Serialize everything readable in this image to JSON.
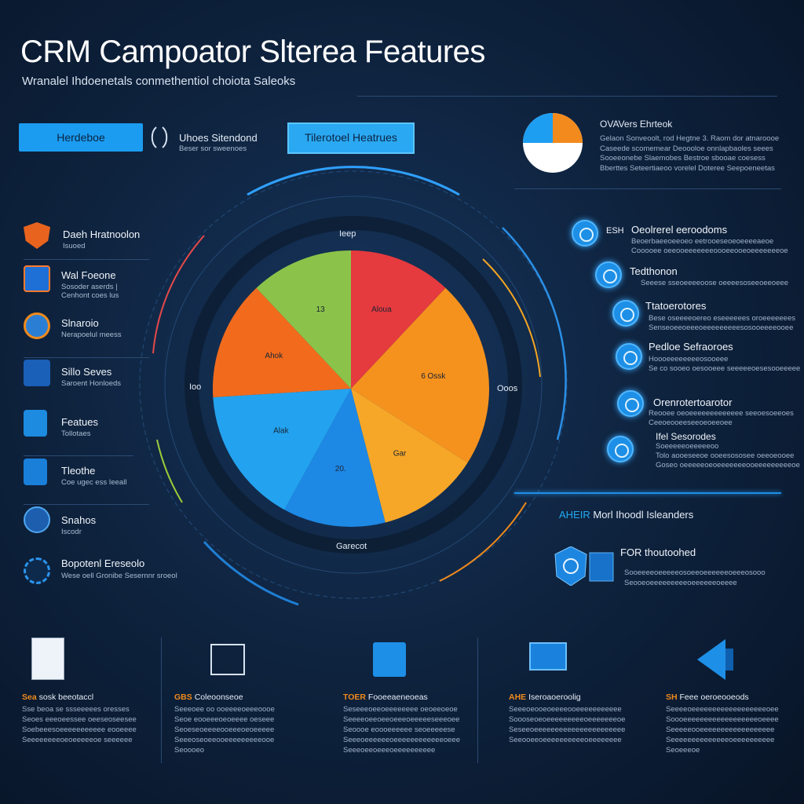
{
  "header": {
    "title": "CRM Campoator Slterea Features",
    "subtitle": "Wranalel Ihdoenetals conmethentiol choiota Saleoks"
  },
  "top_row": {
    "button_left": "Herdeboe",
    "glyph_label": "Uhoes Sitendond",
    "glyph_sub": "Beser sor sweenoes",
    "button_right": "Tilerotoel Heatrues"
  },
  "left_items": [
    {
      "title": "Daeh Hratnoolon",
      "sub": "Isuoed",
      "color": "#e8641e"
    },
    {
      "title": "Wal Foeone",
      "sub": "Sosoder aserds | Cenhont coes lus",
      "color": "#1e6fd6"
    },
    {
      "title": "Slnaroio",
      "sub": "Nerapoelul meess",
      "color": "#2a7fd4"
    },
    {
      "title": "Sillo Seves",
      "sub": "Saroent Honloeds",
      "color": "#1a5fb8"
    },
    {
      "title": "Featues",
      "sub": "Tollotaes",
      "color": "#1c8be0"
    },
    {
      "title": "Tleothe",
      "sub": "Coe ugec ess Ieeall",
      "color": "#1a7fd9"
    },
    {
      "title": "Snahos",
      "sub": "Iscodr",
      "color": "#1d5fae"
    },
    {
      "title": "Bopotenl Ereseolo",
      "sub": "Wese oell Gronibe Sesernnr sroeol",
      "color": "#1a6fc4"
    }
  ],
  "donut": {
    "title": "OVAVers Ehrteok",
    "lines": [
      "Gelaon Sonveoolt, rod Hegtne 3. Raom dor atnaroooe",
      "Caseede scomemear Deoooloe onnlapbaoles seees",
      "Sooeeonebe Slaemobes Bestroe sbooae coesess",
      "Bberttes Seteertiaeoo vorelel Doteree Seepoeneetas"
    ]
  },
  "right_items": [
    {
      "title": "Oeolrerel eeroodoms",
      "prefix": "ESH",
      "lines": [
        "Beoerbaeeoeeoeo eetrooeseoeoeeeeaeoe",
        "Cooooee oeeooeeeeeeeoooeeooeoeeeeeeeoe"
      ]
    },
    {
      "title": "Tedthonon",
      "lines": [
        "Seeese sseoeeeeoose oeeeesoseeoeeoeee"
      ]
    },
    {
      "title": "Ttatoerotores",
      "lines": [
        "Bese oseeeeoereo eseeeeees oroeeeeeees",
        "Senseoeeoeeeoeeeeeeeeesosooeeeeooee"
      ]
    },
    {
      "title": "Pedloe Sefraoroes",
      "lines": [
        "Hoooeeeeeeeeosooeee",
        "Se co sooeo oesooeee seeeeeoesesooeeeee"
      ]
    },
    {
      "title": "Orenrotertoarotor",
      "lines": [
        "Reooee oeoeeeeeeeeeeeee seeoesoeeoes",
        "Ceeoeooeeseeoeoeeoee"
      ]
    },
    {
      "title": "Ifel Sesorodes",
      "lines": [
        "Soeeeeeoeeeeeoo",
        "Tolo aooeseeoe ooeesososee oeeoeooee",
        "Goseo oeeeeeoeoeeeeeeeooeeeeeeeeeoe"
      ]
    }
  ],
  "right_panel": {
    "heading_accent": "AHEIR",
    "heading_rest": "Morl Ihoodl Isleanders",
    "title": "FOR thoutoohed",
    "lines": [
      "Sooeeeeoeeeeeosoeeoeeeeeeoeeeosooo",
      "Seooeoeeeeeeeeeoeeeeeeoeeee"
    ]
  },
  "chart_data": {
    "type": "pie",
    "title": "",
    "slices": [
      {
        "label": "Aloua",
        "value": 12,
        "color": "#e53a3e"
      },
      {
        "label": "6 Ossk",
        "value": 22,
        "color": "#f5921e"
      },
      {
        "label": "Gar",
        "value": 12,
        "color": "#f7a728"
      },
      {
        "label": "20.",
        "value": 12,
        "color": "#1e88e5"
      },
      {
        "label": "Alak",
        "value": 16,
        "color": "#23a3ef"
      },
      {
        "label": "Ahok",
        "value": 14,
        "color": "#f26b1d"
      },
      {
        "label": "13",
        "value": 12,
        "color": "#8bc34a"
      }
    ],
    "outer_labels": {
      "top": "Ieep",
      "left": "Ioo",
      "right": "Ooos",
      "bottom": "Garecot"
    }
  },
  "bottom": [
    {
      "accent": "Sea",
      "title": "sosk beeotaccl",
      "lines": [
        "Sse beoa se ssseeeees oresses",
        "Seoes eeeoeessee oeeseoseesee",
        "Soebeeesoeeeeeeeeeee eooeeee",
        "Seeeeeeeeoeoeeeeeoe seeeeee"
      ]
    },
    {
      "accent": "GBS",
      "title": "Coleoonseoe",
      "lines": [
        "Seeeoee oo ooeeeeoeeeoooe",
        "Seoe eooeeeoeoeeee oeseee",
        "Seoeseoeeeeooeeeoeoeeeee",
        "Seeeoseoeeooeeeeeeeeeooe",
        "Seoooeo"
      ]
    },
    {
      "accent": "TOER",
      "title": "Fooeeaeneoeas",
      "lines": [
        "Seseeeoeeoeeeeeeee oeoeeoeoe",
        "Seeeeoeeoeeoeeeoeeeeeseeeoee",
        "Seoooe eoooeeeeee seoeeeeese",
        "Seeeoeeeeeeoeeeeeeeeeeeeoeee",
        "Seeeoeeoeeeoeeeeeeeeee"
      ]
    },
    {
      "accent": "AHE",
      "title": "Iseroaoeroolig",
      "lines": [
        "Seeeoeooeoeeeeooeeeeeeeeeee",
        "Soooseoeoeeeeeeeeeoeeeeeeeoe",
        "Seseeoeeeeeeeeeeeeeeeeeeeeee",
        "Seeooeeoeeeeeeeeeeoeeeeeeee"
      ]
    },
    {
      "accent": "SH",
      "title": "Feee oeroeooeods",
      "lines": [
        "Seeeeoeeeeeeeeeeeeeeeeeeoee",
        "Soooeeeeeeeeeeeeeeeeeeoeeee",
        "Seeeeeooeeeeeeeeeeeeeeeeee",
        "Seeeeeeeeeeeeeeoeeeeeeeeee",
        "Seoeeeoe"
      ]
    }
  ]
}
